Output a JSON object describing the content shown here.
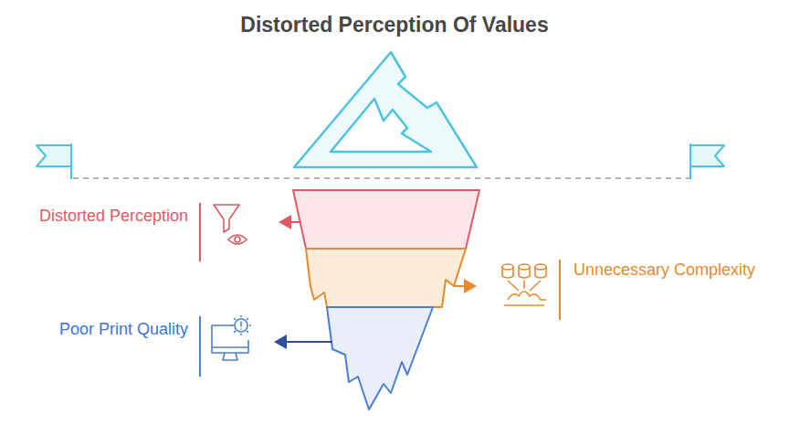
{
  "diagram": {
    "title": "Distorted Perception Of Values",
    "labels": [
      "Distorted Perception",
      "Unnecessary Complexity",
      "Poor Print Quality"
    ]
  }
}
